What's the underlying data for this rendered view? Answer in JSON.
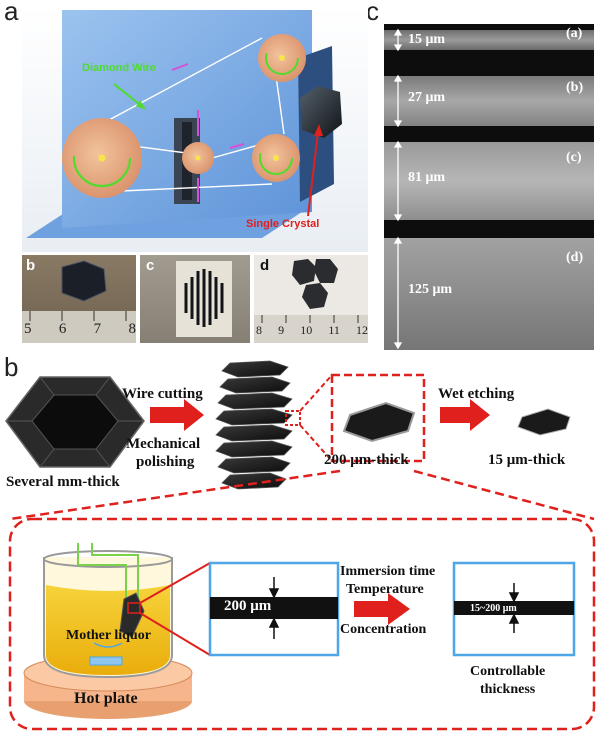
{
  "panel_labels": {
    "a_outer": "a",
    "a_inner": "a",
    "b": "b",
    "c": "c"
  },
  "panel_a": {
    "diamond_wire_label": "Diamond Wire",
    "single_crystal_label": "Single Crystal",
    "photo_b": {
      "letter": "b",
      "ruler": [
        "5",
        "6",
        "7",
        "8"
      ]
    },
    "photo_c": {
      "letter": "c"
    },
    "photo_d": {
      "letter": "d",
      "ruler": [
        "8",
        "9",
        "10",
        "11",
        "12"
      ]
    }
  },
  "panel_c": {
    "layers": [
      {
        "tag": "(a)",
        "thickness": "15 μm"
      },
      {
        "tag": "(b)",
        "thickness": "27 μm"
      },
      {
        "tag": "(c)",
        "thickness": "81 μm"
      },
      {
        "tag": "(d)",
        "thickness": "125 μm"
      }
    ]
  },
  "panel_b": {
    "crystal_label": "Several mm-thick",
    "wire_cutting": "Wire cutting",
    "mechanical": "Mechanical",
    "polishing": "polishing",
    "thick_200": "200 μm-thick",
    "wet_etching": "Wet etching",
    "thick_15": "15 μm-thick",
    "mother_liquor": "Mother liquor",
    "hot_plate": "Hot plate",
    "slab_200": "200 μm",
    "immersion_time": "Immersion time",
    "temperature": "Temperature",
    "concentration": "Concentration",
    "slab_range": "15~200 μm",
    "controllable": "Controllable",
    "thickness": "thickness"
  },
  "colors": {
    "red": "#e0201c",
    "blue": "#4ea6e6",
    "liquid": "#f2c21a",
    "hotplate": "#f6b58a"
  }
}
